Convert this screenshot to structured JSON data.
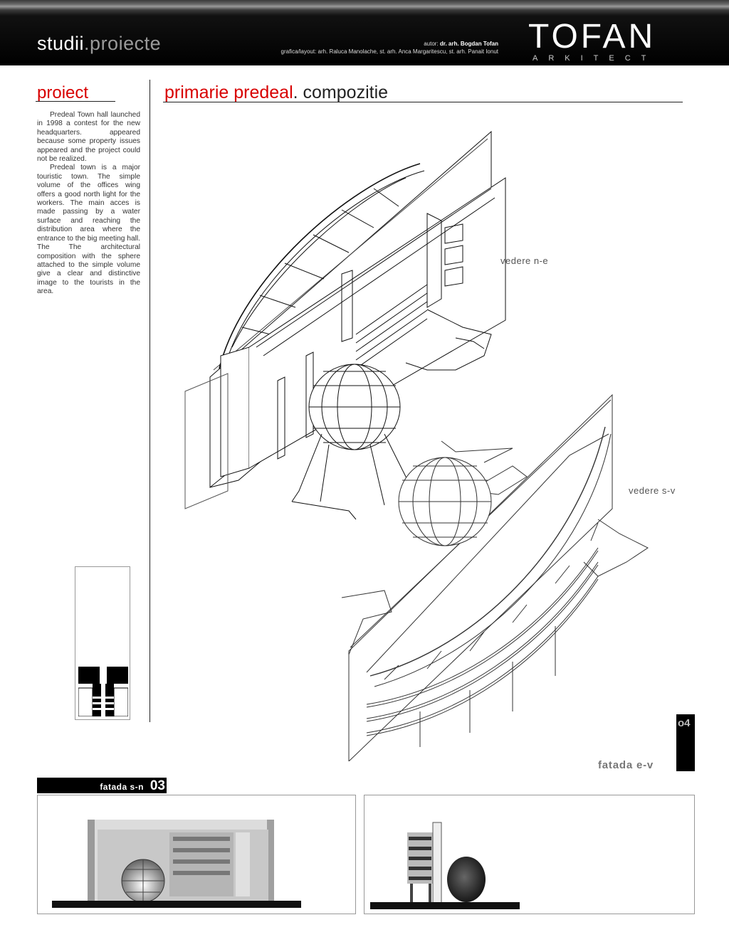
{
  "header": {
    "brand_main": "studii",
    "brand_sep": ".",
    "brand_sub": "proiecte",
    "author_label": "autor: ",
    "author_name": "dr. arh. Bogdan Tofan",
    "credits": "grafica/layout: arh. Raluca Manolache, st. arh. Anca Margaritescu, st. arh. Panait Ionut",
    "logo_word": "TOFAN",
    "logo_sub": "ARKITECT"
  },
  "sidebar": {
    "title": "proiect",
    "paragraphs": [
      "Predeal Town hall launched in 1998 a contest for the new headquarters. appeared because some property issues appeared and the project could not be realized.",
      "Predeal town is a major touristic town. The simple volume of the offices wing offers a good north light for the workers. The main acces is made passing by a water surface and reaching the distribution area where the entrance to the big meeting hall. The The architectural composition with the sphere attached to the simple volume give a clear and distinctive image to the tourists in the area."
    ]
  },
  "main": {
    "title_red": "primarie predeal",
    "title_dark": ". compozitie",
    "view_ne": "vedere n-e",
    "view_sv": "vedere s-v"
  },
  "bottom": {
    "label_text": "fatada s-n",
    "label_num": "03",
    "page_number": "o4",
    "label_ev": "fatada e-v"
  }
}
